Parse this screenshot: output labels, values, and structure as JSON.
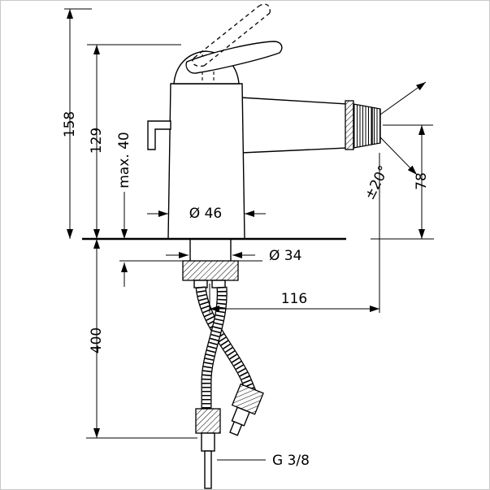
{
  "drawing": {
    "dimensions": {
      "total_height": "158",
      "lever_height": "129",
      "max_mounting_thickness": "max. 40",
      "supply_hose_length": "400",
      "base_diameter": "Ø 46",
      "shank_diameter": "Ø 34",
      "spout_reach": "116",
      "spout_height": "78",
      "spray_angle": "±20°",
      "connection_thread": "G 3/8"
    },
    "colors": {
      "line": "#000000",
      "background": "#ffffff"
    }
  }
}
